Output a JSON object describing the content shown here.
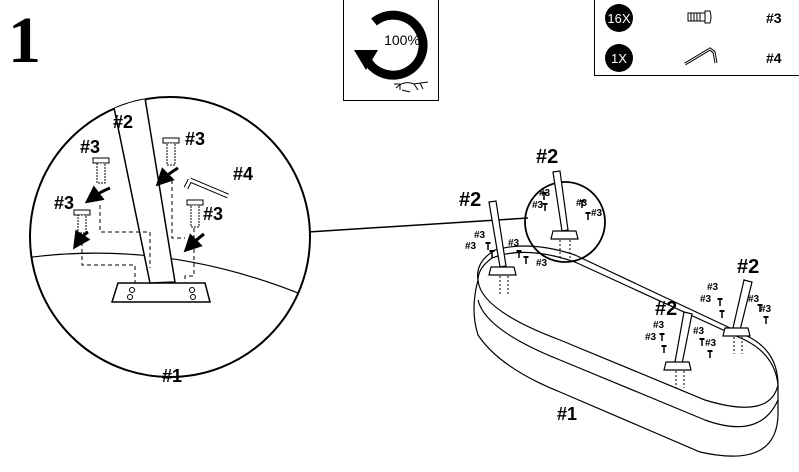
{
  "step": {
    "number": "1"
  },
  "torque": {
    "percent": "100%",
    "icon": "clockwise-rotation-icon",
    "hand_icon": "hand-with-hex-key-icon"
  },
  "parts": [
    {
      "qty": "16X",
      "id": "#3",
      "icon": "bolt-icon"
    },
    {
      "qty": "1X",
      "id": "#4",
      "icon": "hex-key-icon"
    }
  ],
  "labels": {
    "base": "#1",
    "leg": "#2",
    "bolt": "#3",
    "hex_key": "#4"
  }
}
